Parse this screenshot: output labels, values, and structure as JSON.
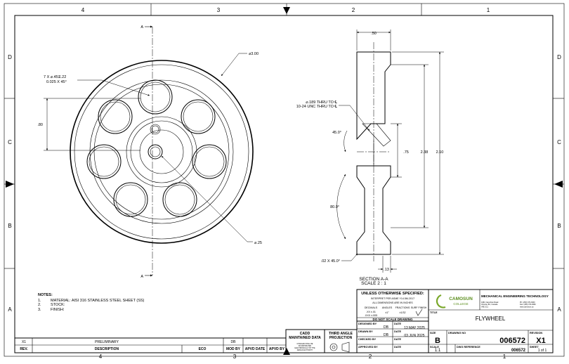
{
  "border": {
    "columns_top": [
      "4",
      "3",
      "2",
      "1"
    ],
    "columns_bottom": [
      "4",
      "3",
      "2",
      "1"
    ],
    "rows_left": [
      "D",
      "C",
      "B",
      "A"
    ],
    "rows_right": [
      "D",
      "C",
      "B",
      "A"
    ]
  },
  "front_view": {
    "section_label_top": "A",
    "section_label_bottom": "A",
    "callout_outer_dia": "⌀3.00",
    "callout_holes_line1": "7 X ⌀.45⧖.22",
    "callout_holes_line2": "0.025 X 45°",
    "dim_vertical": ".80",
    "callout_bore": "⌀.25"
  },
  "section_view": {
    "dim_width_top": ".50",
    "callout_tap_line1": "⌀.189 THRU TO ℄",
    "callout_tap_line2": "10-24 UNC THRU TO ℄",
    "angle_tap": "45.0°",
    "dim_d1": ".75",
    "dim_d2": "2.38",
    "dim_d3": "2.10",
    "angle_web": "80.0°",
    "chamfer": ".02 X 45.0°",
    "dim_hub": ".13",
    "section_title": "SECTION A-A",
    "section_scale": "SCALE 2 : 1"
  },
  "notes": {
    "heading": "NOTES:",
    "items": [
      {
        "num": "1.",
        "text": "MATERIAL: AISI 316 STAINLESS STEEL SHEET (SS)"
      },
      {
        "num": "2.",
        "text": "STOCK:"
      },
      {
        "num": "3.",
        "text": "FINISH:"
      }
    ]
  },
  "revision_block": {
    "row_rev": "X1",
    "row_description": "PRELIMINARY",
    "row_mod_by": "DB",
    "headers": {
      "rev": "REV.",
      "description": "DESCRIPTION",
      "eco": "ECO",
      "mod_by": "MOD BY",
      "apvd_date": "APVD DATE",
      "apvd_by": "APVD BY"
    }
  },
  "cadd_block": {
    "title_line1": "CADD",
    "title_line2": "MAINTAINED DATA",
    "small_text": "CHANGES SHALL BE INCORPORATED ELECTRONICALLY BY THE DESIGN AUTHORITY"
  },
  "projection_block": {
    "line1": "THIRD ANGLE",
    "line2": "PROJECTION"
  },
  "tolerance_block": {
    "title": "UNLESS OTHERWISE SPECIFIED:",
    "line1": "INTERPRET PER ASME Y14.5M-2017",
    "line2": "ALL DIMENSIONS ARE IN INCHES",
    "headers": [
      "DECIMALS",
      "ANGLES",
      "FRACTIONS",
      "SURF FINISH"
    ],
    "dec_values": ".XX  ±.01",
    "dec_values2": ".XXX  ±.005",
    "ang_value": "±1°",
    "frac_value": "±1/32",
    "scale_note": "DO NOT SCALE DRAWING"
  },
  "signatures": [
    {
      "label": "DESIGNED BY",
      "name": "DB",
      "date_label": "DATE",
      "date": "13 MAY 2025"
    },
    {
      "label": "DRAWN BY",
      "name": "DB",
      "date_label": "DATE",
      "date": "03 JUN 2025"
    },
    {
      "label": "CHECKED BY",
      "name": "",
      "date_label": "DATE",
      "date": ""
    },
    {
      "label": "APPROVED BY",
      "name": "",
      "date_label": "DATE",
      "date": ""
    }
  ],
  "company": {
    "logo_line1": "CAMOSUN",
    "logo_line2": "COLLEGE",
    "name": "MECHANICAL ENGINEERING TECHNOLOGY",
    "address": "4461 Interurban Road\nVictoria, BC, Canada\nV9E 2C1",
    "contact": "Ph: (250) 370-3000\nFax: (250) 370-3660\nwww.camosun.ca"
  },
  "title_block": {
    "title_label": "TITLE",
    "title": "FLYWHEEL",
    "size_label": "SIZE",
    "size": "B",
    "dwg_no_label": "DRAWING NO",
    "dwg_no": "006572",
    "revision_label": "REVISION",
    "revision": "X1",
    "scale_label": "SCALE",
    "scale": "1:1",
    "dwg_ref_label": "DWG REFERENCE",
    "dwg_ref": "006572",
    "sheet_label": "SHEET",
    "sheet": "1 of 1"
  }
}
